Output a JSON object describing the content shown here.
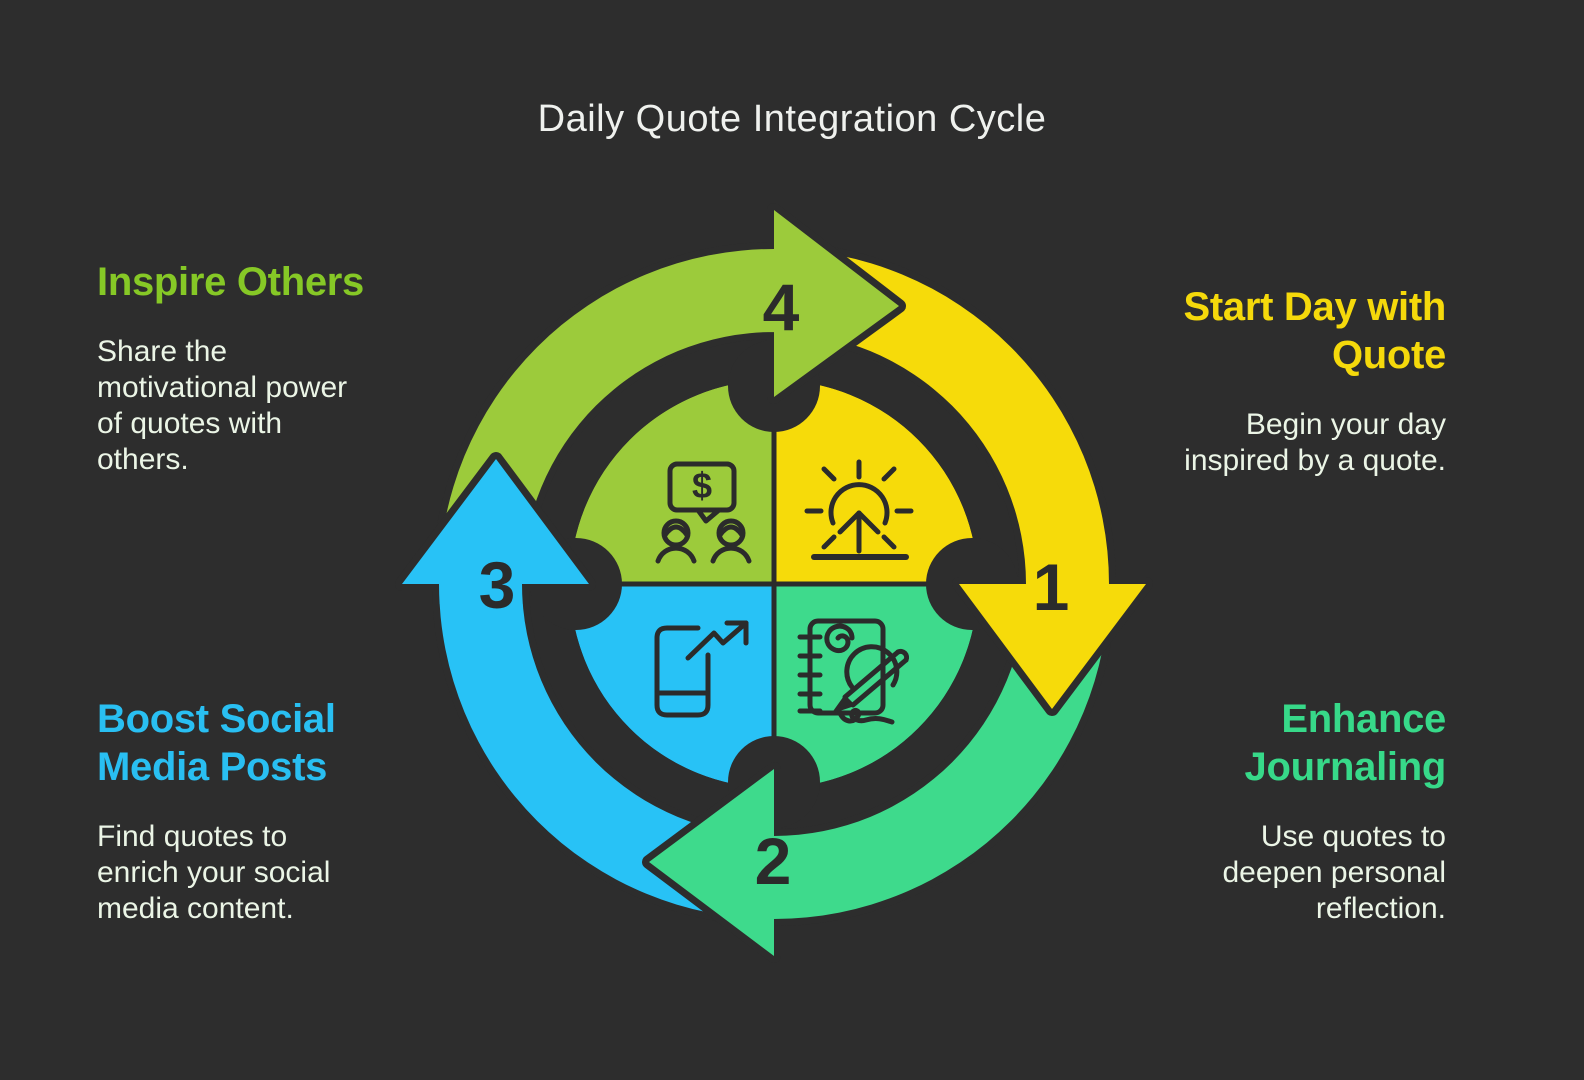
{
  "title": "Daily Quote Integration Cycle",
  "colors": {
    "background": "#2D2D2D",
    "ink": "#2B2B2B",
    "title_text": "#EFF1EE",
    "body_text": "#EBF5E6",
    "heading_yellow": "#F5D90B",
    "heading_teal": "#37D989",
    "heading_blue": "#29BFF2",
    "heading_lime": "#86C826"
  },
  "cycle": {
    "money_chat_glyph": "$",
    "steps": [
      {
        "number": "1",
        "color": "#F6DB0A",
        "icon": "sunrise-icon",
        "label_lines": [
          "Start Day with",
          "Quote"
        ],
        "desc_lines": [
          "Begin your day",
          "inspired by a quote."
        ]
      },
      {
        "number": "2",
        "color": "#3EDA8C",
        "icon": "journal-pencil-icon",
        "label_lines": [
          "Enhance",
          "Journaling"
        ],
        "desc_lines": [
          "Use quotes to",
          "deepen personal",
          "reflection."
        ]
      },
      {
        "number": "3",
        "color": "#28C2F6",
        "icon": "phone-growth-icon",
        "label_lines": [
          "Boost Social",
          "Media Posts"
        ],
        "desc_lines": [
          "Find quotes to",
          "enrich your social",
          "media content."
        ]
      },
      {
        "number": "4",
        "color": "#9CCB3B",
        "icon": "money-chat-icon",
        "label_lines": [
          "Inspire Others"
        ],
        "desc_lines": [
          "Share the",
          "motivational power",
          "of quotes with",
          "others."
        ]
      }
    ]
  }
}
